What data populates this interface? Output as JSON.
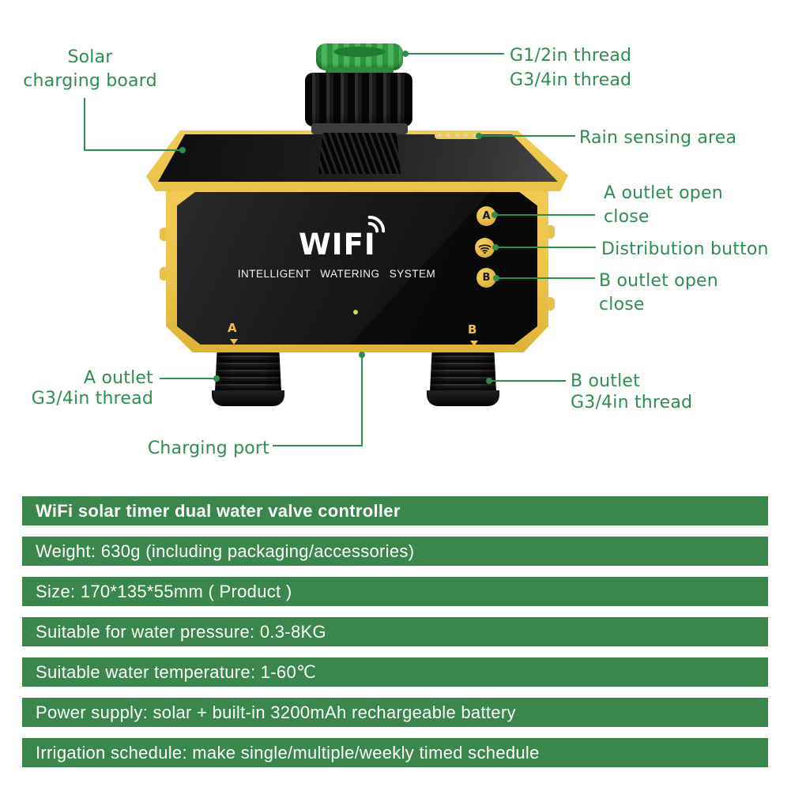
{
  "colors": {
    "label_green": "#2e8e4f",
    "table_green": "#3a864d",
    "body_yellow": "#eec94f",
    "cap_green": "#3fa64d",
    "panel_black": "#161616"
  },
  "device": {
    "brand": "WIFI",
    "subtitle": "INTELLIGENT WATERING SYSTEM",
    "button_a": "A",
    "button_b": "B",
    "marker_a": "A",
    "marker_b": "B"
  },
  "callouts": {
    "solar": {
      "line1": "Solar",
      "line2": "charging board"
    },
    "thread_top": {
      "line1": "G1/2in thread",
      "line2": "G3/4in thread"
    },
    "rain": {
      "text": "Rain sensing area"
    },
    "a_open": {
      "line1": "A outlet open",
      "line2": "close"
    },
    "distribution": {
      "text": "Distribution button"
    },
    "b_open": {
      "line1": "B outlet open",
      "line2": "close"
    },
    "a_outlet": {
      "line1": "A outlet",
      "line2": "G3/4in thread"
    },
    "b_outlet": {
      "line1": "B outlet",
      "line2": "G3/4in thread"
    },
    "charging": {
      "text": "Charging port"
    }
  },
  "spec_table": {
    "rows": [
      {
        "text": "WiFi solar timer dual water valve controller"
      },
      {
        "text": "Weight: 630g (including packaging/accessories)"
      },
      {
        "text": "Size: 170*135*55mm ( Product )"
      },
      {
        "text": "Suitable for water pressure: 0.3-8KG"
      },
      {
        "text": "Suitable water temperature: 1-60℃"
      },
      {
        "text": "Power supply: solar + built-in 3200mAh rechargeable battery"
      },
      {
        "text": "Irrigation schedule: make single/multiple/weekly timed schedule"
      }
    ]
  }
}
